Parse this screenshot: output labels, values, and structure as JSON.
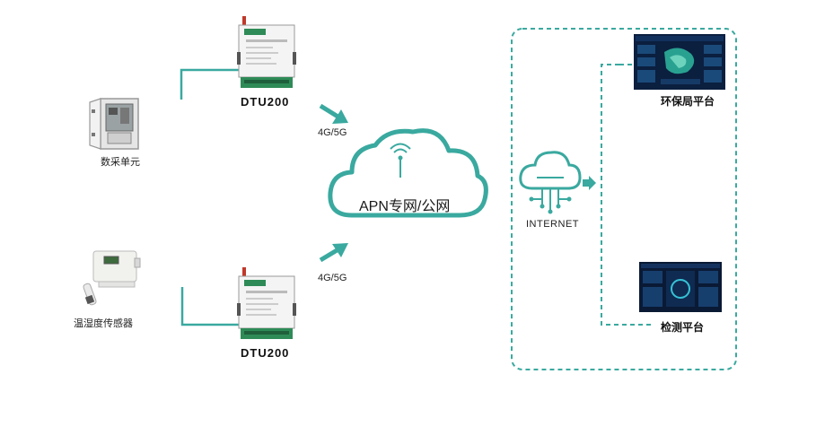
{
  "devices": {
    "data_unit_label": "数采单元",
    "sensor_label": "温湿度传感器",
    "dtu_top_label": "DTU200",
    "dtu_bottom_label": "DTU200"
  },
  "network": {
    "top_link_label": "4G/5G",
    "bottom_link_label": "4G/5G",
    "cloud_label": "APN专网/公网",
    "internet_label": "INTERNET"
  },
  "platforms": {
    "env_label": "环保局平台",
    "monitor_label": "检测平台"
  },
  "colors": {
    "accent": "#3aa99f",
    "dashed": "#3aa99f",
    "dtu_green": "#2e8b57",
    "screen_dark": "#0b1f3f"
  }
}
